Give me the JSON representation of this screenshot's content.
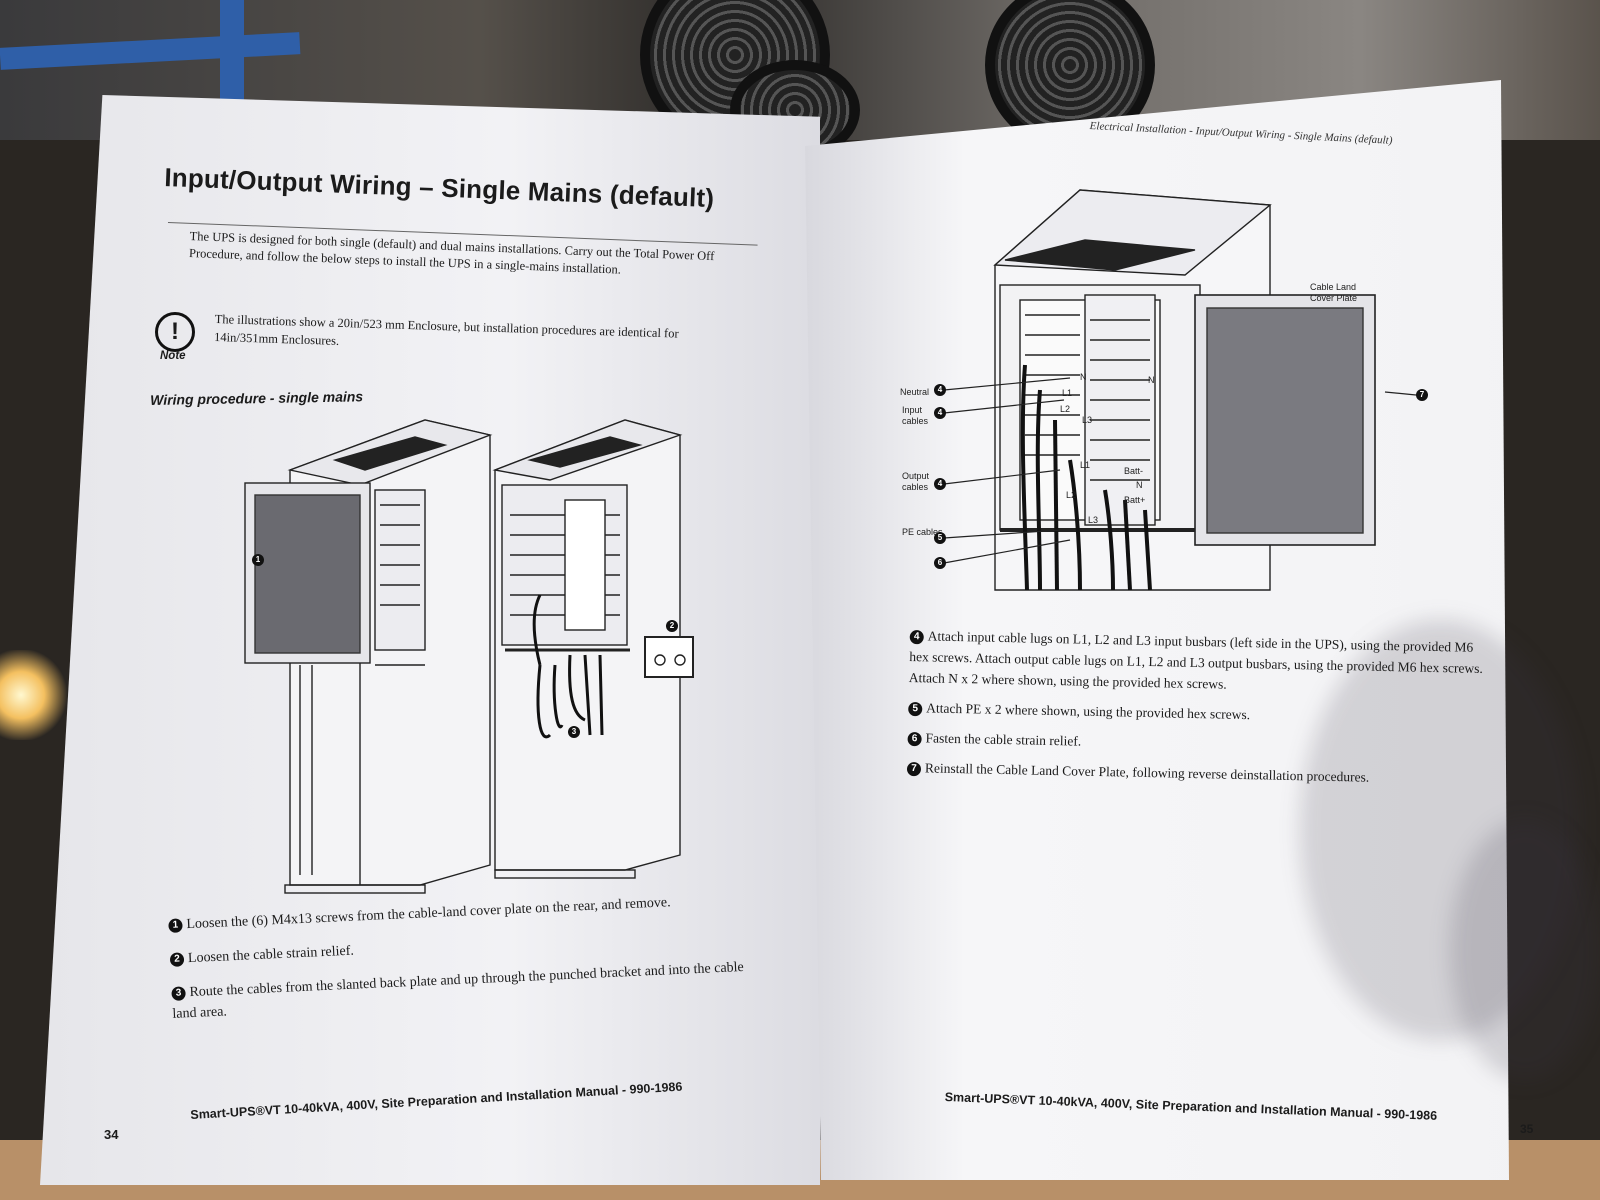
{
  "left_page": {
    "title": "Input/Output Wiring – Single Mains (default)",
    "intro": "The UPS is designed for both single (default) and dual mains installations. Carry out the Total Power Off Procedure, and follow the below steps to install the UPS in a single-mains installation.",
    "note_label": "Note",
    "note_icon_glyph": "!",
    "note_text": "The illustrations show a 20in/523 mm Enclosure, but installation procedures are identical for 14in/351mm Enclosures.",
    "subheading": "Wiring procedure - single mains",
    "callouts": [
      "1",
      "2",
      "3"
    ],
    "steps": [
      {
        "num": "1",
        "text": "Loosen the (6) M4x13 screws from the cable-land cover plate on the rear, and remove."
      },
      {
        "num": "2",
        "text": "Loosen the cable strain relief."
      },
      {
        "num": "3",
        "text": "Route the cables from the slanted back plate and up through the punched bracket and into the cable land area."
      }
    ],
    "footer": "Smart-UPS®VT 10-40kVA, 400V, Site Preparation and Installation Manual - 990-1986",
    "page_number": "34"
  },
  "right_page": {
    "header": "Electrical Installation - Input/Output Wiring - Single Mains (default)",
    "diagram_labels": {
      "cover_plate": "Cable Land Cover Plate",
      "neutral": "Neutral",
      "input_cables": "Input cables",
      "output_cables": "Output cables",
      "pe_cables": "PE cables",
      "busbar_labels": [
        "N",
        "N",
        "L1",
        "L2",
        "L3",
        "L1",
        "L2",
        "L3",
        "Batt-",
        "N",
        "Batt+"
      ]
    },
    "callouts": [
      "4",
      "4",
      "4",
      "5",
      "6",
      "7"
    ],
    "steps": [
      {
        "num": "4",
        "text": "Attach input cable lugs on L1, L2 and L3 input busbars (left side in the UPS), using the provided M6 hex screws. Attach output cable lugs on L1, L2 and L3 output busbars, using the provided M6 hex screws. Attach N x 2 where shown, using the provided hex screws."
      },
      {
        "num": "5",
        "text": "Attach PE x 2 where shown, using the provided hex screws."
      },
      {
        "num": "6",
        "text": "Fasten the cable strain relief."
      },
      {
        "num": "7",
        "text": "Reinstall the Cable Land Cover Plate, following reverse deinstallation procedures."
      }
    ],
    "footer": "Smart-UPS®VT 10-40kVA, 400V, Site Preparation and Installation Manual - 990-1986",
    "page_number": "35"
  },
  "colors": {
    "paper": "#f1f1f3",
    "ink": "#1b1b1b",
    "background_dark": "#2a2622",
    "shelf_blue": "#2f5fa8",
    "table_wood": "#b89068"
  }
}
